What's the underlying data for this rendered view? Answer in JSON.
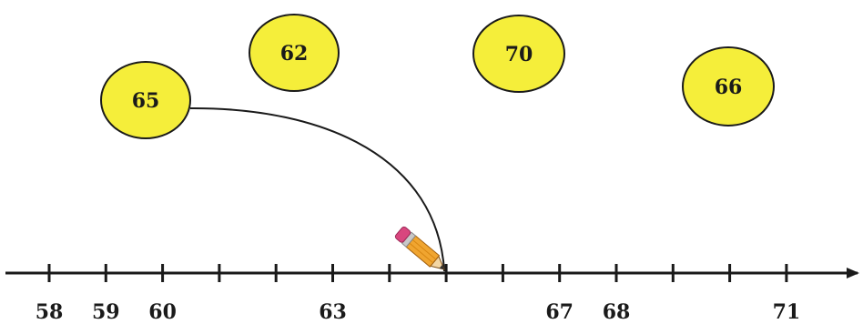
{
  "number_line": {
    "start_value": 58,
    "end_value": 71,
    "labels": [
      "58",
      "59",
      "60",
      "63",
      "67",
      "68",
      "71"
    ],
    "label_values": [
      58,
      59,
      60,
      63,
      67,
      68,
      71
    ],
    "tick_values": [
      58,
      59,
      60,
      61,
      62,
      63,
      64,
      65,
      66,
      67,
      68,
      69,
      70,
      71
    ]
  },
  "bubbles": [
    {
      "label": "65",
      "value": 65,
      "has_arc": true
    },
    {
      "label": "62",
      "value": 62,
      "has_arc": false
    },
    {
      "label": "70",
      "value": 70,
      "has_arc": false
    },
    {
      "label": "66",
      "value": 66,
      "has_arc": false
    }
  ],
  "arc": {
    "from_bubble": "65",
    "to_value": 65
  },
  "icons": {
    "pencil": "pencil-icon"
  },
  "colors": {
    "bubble_fill": "#f5ee3a",
    "bubble_stroke": "#1a1a1a",
    "line": "#1a1a1a",
    "pencil_body": "#f0a530",
    "pencil_eraser": "#d8467e"
  }
}
